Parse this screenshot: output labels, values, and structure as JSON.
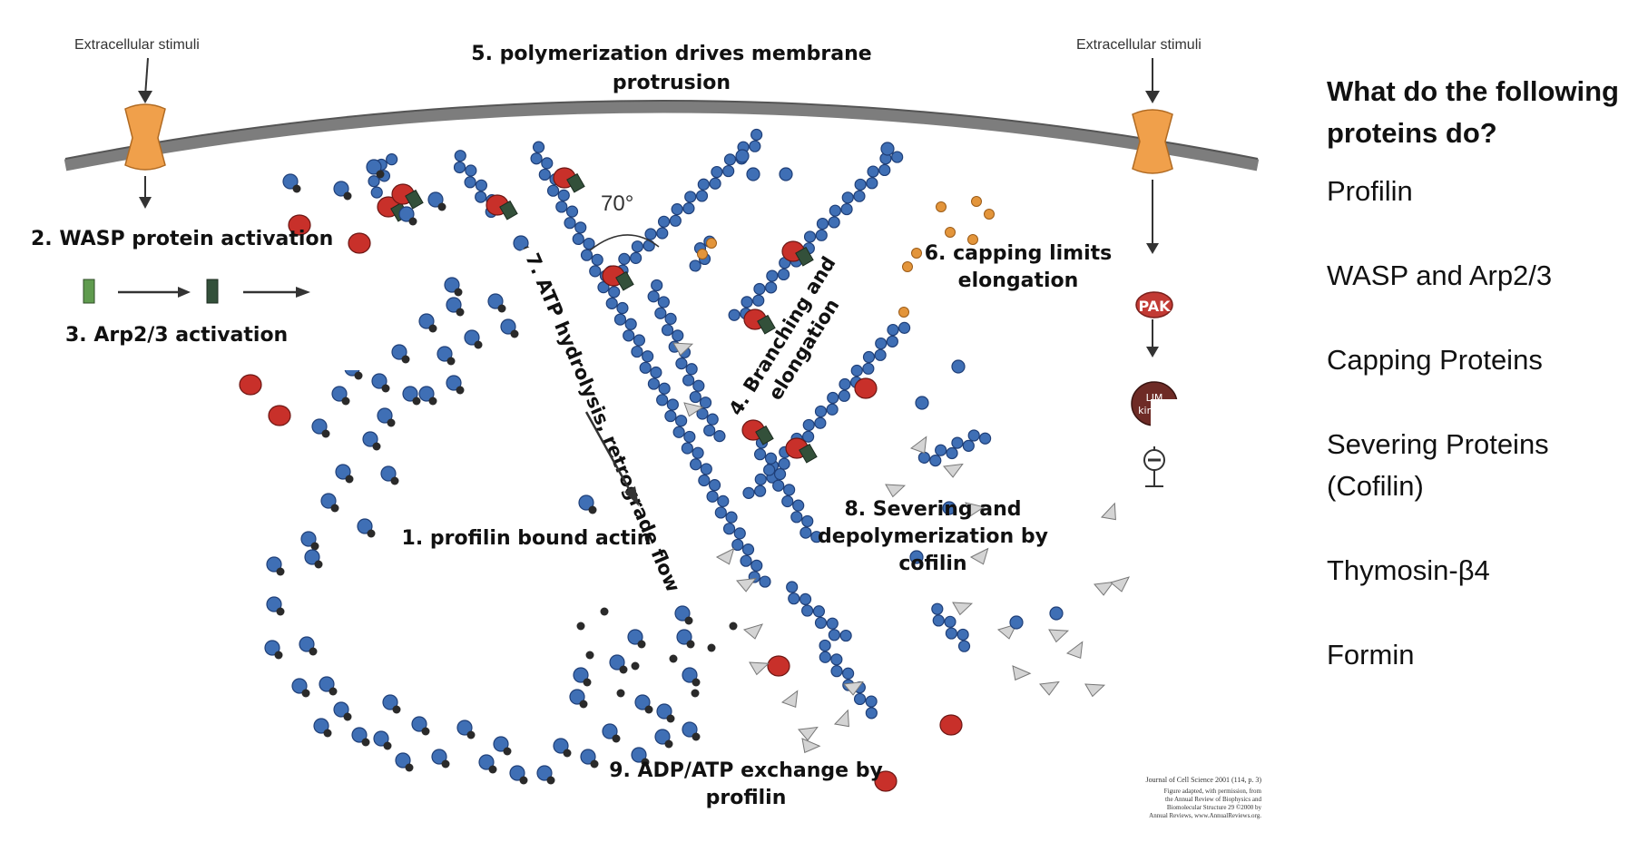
{
  "figure": {
    "stimuli_left": "Extracellular stimuli",
    "stimuli_right": "Extracellular stimuli",
    "step5_line1": "5. polymerization drives membrane",
    "step5_line2": "protrusion",
    "step2": "2. WASP protein activation",
    "step3": "3. Arp2/3 activation",
    "angle": "70°",
    "step7": "7. ATP hydrolysis, retrograde flow",
    "step4_line1": "4. Branching and",
    "step4_line2": "elongation",
    "step6_line1": "6. capping limits",
    "step6_line2": "elongation",
    "pak": "PAK",
    "lim_line1": "LIM",
    "lim_line2": "kinase",
    "step1": "1. profilin bound actin",
    "step8_line1": "8. Severing and",
    "step8_line2": "depolymerization by",
    "step8_line3": "cofilin",
    "step9_line1": "9. ADP/ATP exchange by",
    "step9_line2": "profilin",
    "credit_line1": "Journal of Cell Science 2001 (114, p. 3)",
    "credit_line2": "Figure adapted, with permission, from",
    "credit_line3": "the Annual Review of Biophysics and",
    "credit_line4": "Biomolecular Structure 29 ©2000 by",
    "credit_line5": "Annual Reviews, www.AnnualReviews.org."
  },
  "sidebar": {
    "question": "What do the following proteins do?",
    "items": [
      "Profilin",
      "WASP and Arp2/3",
      "Capping Proteins",
      "Severing Proteins (Cofilin)",
      "Thymosin-β4",
      "Formin"
    ]
  },
  "colors": {
    "actin": "#3f6fb5",
    "actin_dark": "#1f3f78",
    "profilin": "#2a2a2a",
    "arp": "#c8302a",
    "wasp": "#33503a",
    "capping": "#e3953b",
    "receptor": "#f0a04b",
    "membrane": "#7d7d7d",
    "cofilin": "#d4d4d4"
  }
}
